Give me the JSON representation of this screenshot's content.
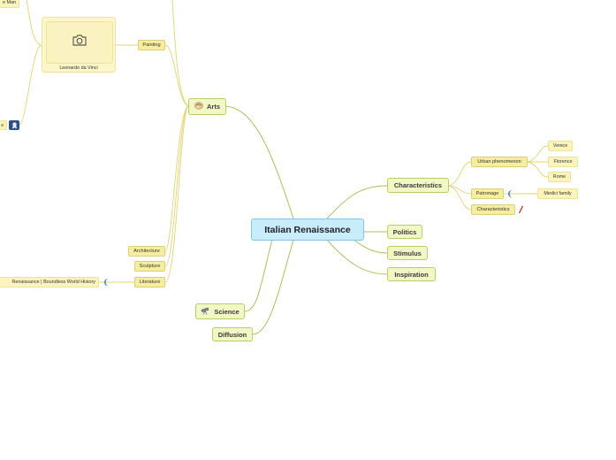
{
  "central": "Italian Renaissance",
  "topics": {
    "arts": "Arts",
    "characteristics": "Characteristics",
    "politics": "Politics",
    "stimulus": "Stimulus",
    "inspiration": "Inspiration",
    "science": "Science",
    "diffusion": "Diffusion"
  },
  "characteristics_children": {
    "urban": "Urban phenomenon",
    "patronage": "Patronage",
    "characteristics": "Characteristics"
  },
  "urban_children": [
    "Venice",
    "Florence",
    "Rome"
  ],
  "patronage_child": "Medici family",
  "arts_children": {
    "painting": "Painting",
    "architecture": "Architecture",
    "sculpture": "Sculpture",
    "literature": "Literature"
  },
  "painting_card_caption": "Leonardo da Vinci",
  "cut_off_top": "e Man",
  "cut_off_left": "s",
  "literature_link": "Renaissance | Boundless World History",
  "icons": {
    "arts": "palette-icon",
    "science": "telescope-icon",
    "camera": "camera-icon",
    "link": "link-icon",
    "pencil": "pencil-icon",
    "medal": "medal-icon"
  },
  "colors": {
    "central_fill": "#c9ecfb",
    "main_fill": "#f3f7c6",
    "connector": "#a9c35a",
    "sub_connector": "#e2d470"
  }
}
